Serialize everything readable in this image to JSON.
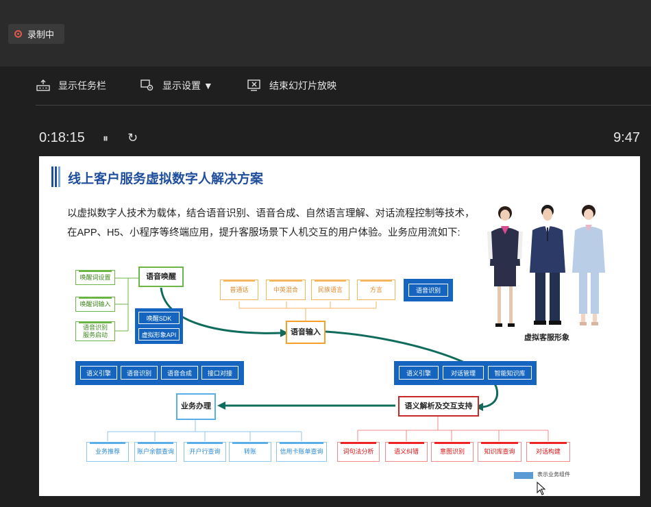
{
  "recording": {
    "label": "录制中"
  },
  "toolbar": {
    "show_taskbar": "显示任务栏",
    "display_settings": "显示设置 ▼",
    "end_slideshow": "结束幻灯片放映"
  },
  "timer": {
    "elapsed": "0:18:15",
    "pause_glyph": "⏸",
    "reset_glyph": "↻",
    "clock": "9:47"
  },
  "slide": {
    "title": "线上客户服务虚拟数字人解决方案",
    "intro_line1": "以虚拟数字人技术为载体，结合语音识别、语音合成、自然语言理解、对话流程控制等技术，",
    "intro_line2": "在APP、H5、小程序等终端应用，提升客服场景下人机交互的用户体验。业务应用流如下:",
    "people_caption": "虚拟客服形象",
    "wake": {
      "title": "语音唤醒",
      "items": [
        "唤醒词设置",
        "唤醒词输入",
        "语音识别\n服务启动"
      ],
      "sdk": [
        "唤醒SDK",
        "虚拟形象API"
      ]
    },
    "voice_input": {
      "title": "语音输入",
      "items": [
        "普通话",
        "中英混合",
        "民族语言",
        "方言"
      ],
      "side": "语音识别"
    },
    "left_panel": [
      "语义引擎",
      "语音识别",
      "语音合成",
      "接口对接"
    ],
    "right_panel": [
      "语义引擎",
      "对话管理",
      "智能知识库"
    ],
    "semantic": {
      "title": "语义解析及交互支持",
      "items": [
        "词句法分析",
        "语义纠错",
        "意图识别",
        "知识库查询",
        "对话构建"
      ]
    },
    "business": {
      "title": "业务办理",
      "items": [
        "业务推荐",
        "账户余额查询",
        "开户行查询",
        "转账",
        "信用卡账单查询"
      ]
    },
    "legend": "表示业务组件"
  },
  "colors": {
    "accent_blue": "#1565c0",
    "title_blue": "#1f4e9c",
    "green": "#6bb545",
    "orange": "#f5a02b",
    "red": "#c62828",
    "teal_arrow": "#0f6b5c",
    "rec_red": "#e05a4f"
  }
}
